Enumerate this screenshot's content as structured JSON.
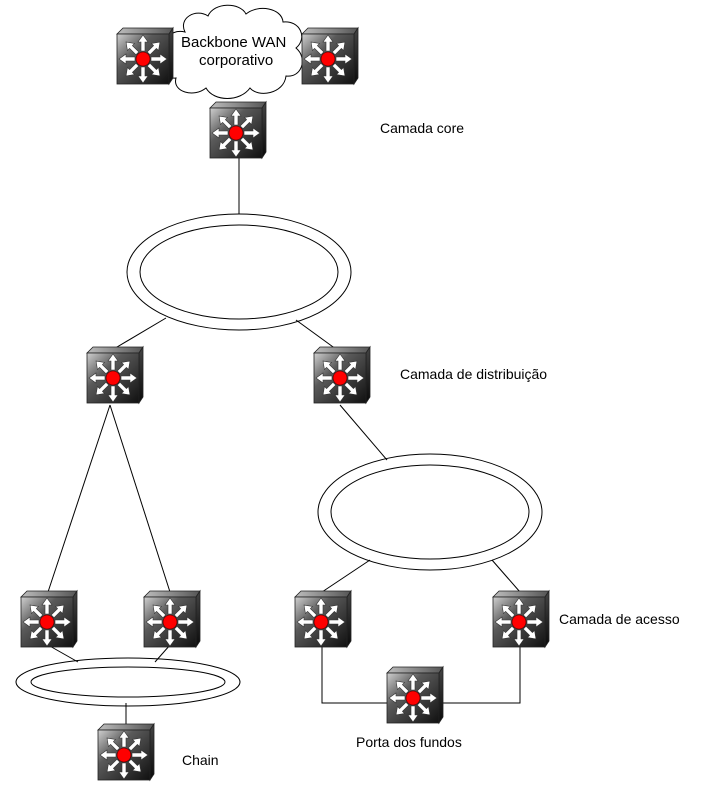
{
  "labels": {
    "wan_line1": "Backbone WAN",
    "wan_line2": "corporativo",
    "core": "Camada core",
    "distribution": "Camada de distribuição",
    "access": "Camada de acesso",
    "backdoor": "Porta dos fundos",
    "chain": "Chain"
  },
  "colors": {
    "line": "#000000",
    "switch_dark": "#1a1a1a",
    "switch_light": "#9a9a9a",
    "center": "#ff0000",
    "arrow": "#ffffff"
  },
  "icons": {
    "switch": "multilayer-switch-icon",
    "cloud": "cloud-icon",
    "ring": "ring-icon"
  }
}
